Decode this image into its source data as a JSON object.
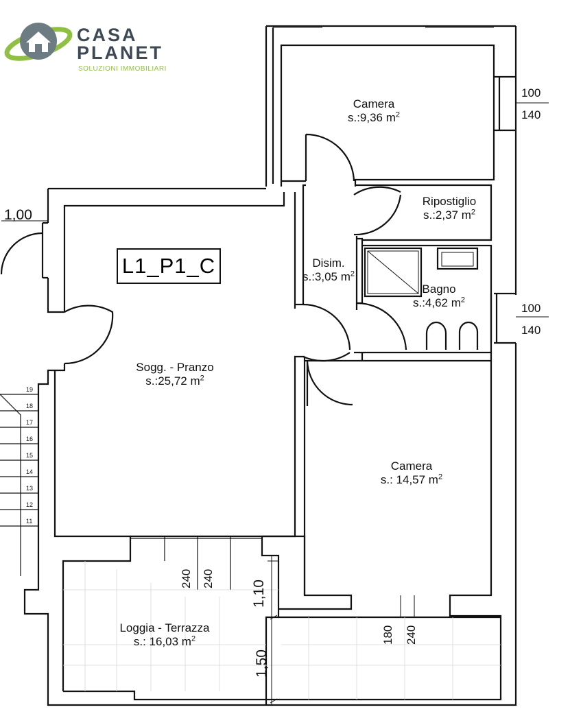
{
  "logo": {
    "name_line1": "CASA",
    "name_line2": "PLANET",
    "tagline": "SOLUZIONI IMMOBILIARI",
    "colors": {
      "green": "#8fc043",
      "dark": "#3d4a55"
    }
  },
  "unit_code": "L1_P1_C",
  "rooms": [
    {
      "name": "Camera",
      "area": "s.:9,36 m",
      "unit": "2"
    },
    {
      "name": "Ripostiglio",
      "area": "s.:2,37 m",
      "unit": "2"
    },
    {
      "name": "Disim.",
      "area": "s.:3,05 m",
      "unit": "2"
    },
    {
      "name": "Bagno",
      "area": "s.:4,62 m",
      "unit": "2"
    },
    {
      "name": "Sogg. - Pranzo",
      "area": "s.:25,72 m",
      "unit": "2"
    },
    {
      "name": "Camera",
      "area": "s.: 14,57 m",
      "unit": "2"
    },
    {
      "name": "Loggia - Terrazza",
      "area": "s.: 16,03 m",
      "unit": "2"
    }
  ],
  "dimensions": {
    "left_width": "1,00",
    "window_top_1": "100",
    "window_top_2": "140",
    "window_bath_1": "100",
    "window_bath_2": "140",
    "door_loggia_1": "240",
    "door_loggia_2": "240",
    "depth_1": "1,10",
    "depth_2": "1,50",
    "window_camera_1": "180",
    "window_camera_2": "240"
  },
  "stair_steps": [
    "19",
    "18",
    "17",
    "16",
    "15",
    "14",
    "13",
    "12",
    "11"
  ]
}
